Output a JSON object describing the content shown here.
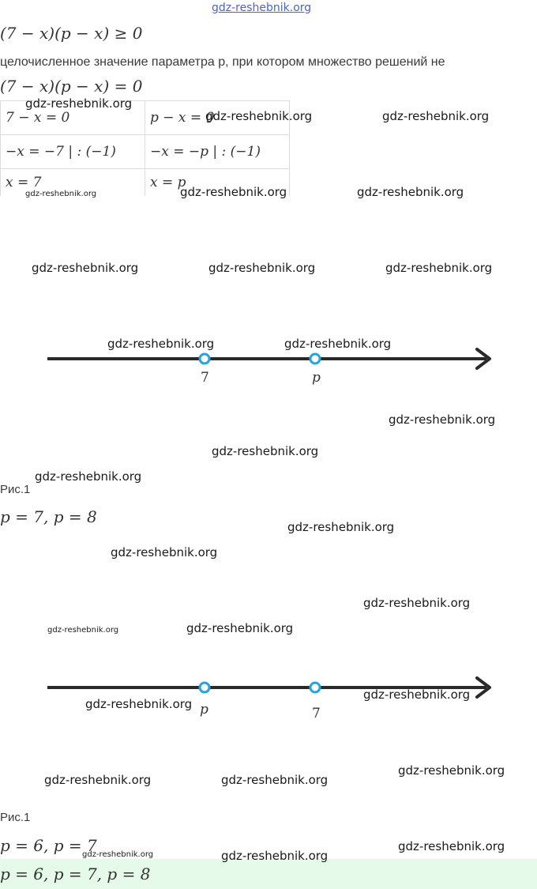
{
  "watermark": "gdz-reshebnik.org",
  "inequality": "(7 − x)(p − x)  ≥  0",
  "question": "целочисленное значение параметра p, при котором множество решений не",
  "equation": "(7 − x)(p − x) = 0",
  "table": {
    "rows": [
      [
        "7 − x = 0",
        "p − x = 0"
      ],
      [
        "−x = −7   | : (−1)",
        "−x = −p   | : (−1)"
      ],
      [
        "x = 7",
        "x = p"
      ]
    ]
  },
  "line1": {
    "labels": [
      "7",
      "p"
    ]
  },
  "caption1": "Рис.1",
  "result1": "p = 7,  p = 8",
  "line2": {
    "labels": [
      "p",
      "7"
    ]
  },
  "caption2": "Рис.1",
  "result2": "p = 6,  p = 7",
  "answer": "p = 6,  p = 7,  p = 8",
  "colors": {
    "point": "#2aa3dd",
    "axis": "#2a2a2a",
    "answer_bg": "#e6faea",
    "watermark_top": "#4a64c8"
  }
}
